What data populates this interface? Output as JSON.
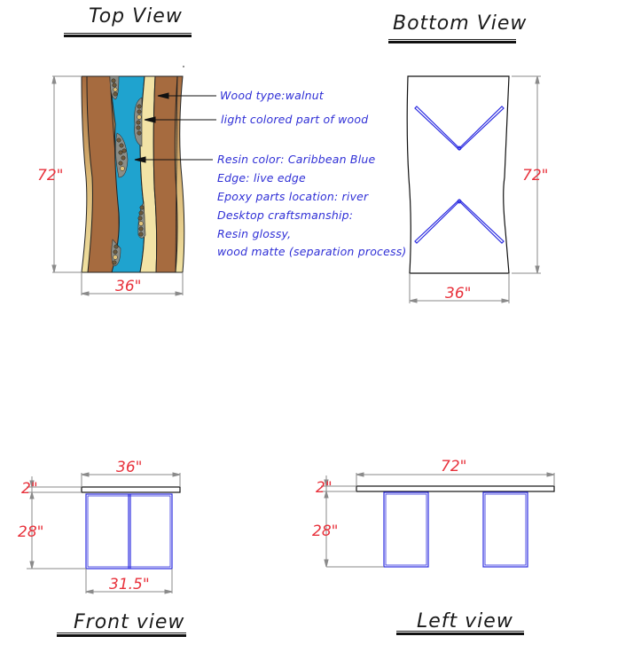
{
  "views": {
    "top": {
      "title": "Top View",
      "width_label": "36\"",
      "length_label": "72\""
    },
    "bottom": {
      "title": "Bottom View",
      "width_label": "36\"",
      "length_label": "72\""
    },
    "front": {
      "title": "Front view",
      "top_width_label": "36\"",
      "thickness_label": "2\"",
      "height_label": "28\"",
      "base_width_label": "31.5\""
    },
    "left": {
      "title": "Left view",
      "length_label": "72\"",
      "thickness_label": "2\"",
      "height_label": "28\""
    }
  },
  "annotations": {
    "wood_type": "Wood type:walnut",
    "light_wood": "light colored part of wood",
    "resin_color": "Resin color: Caribbean Blue",
    "edge": "Edge: live edge",
    "epoxy_location": "Epoxy parts location: river",
    "craftsmanship": "Desktop craftsmanship:",
    "resin_finish": "Resin glossy,",
    "wood_finish": "wood matte (separation process)"
  },
  "colors": {
    "walnut": "#a66b3f",
    "light_wood": "#f2e3a6",
    "resin": "#1fa3cf",
    "pebbles": "#8b8d86",
    "dimension": "#e8323c",
    "notes": "#2f2fd6",
    "legs": "#2b2be0"
  }
}
